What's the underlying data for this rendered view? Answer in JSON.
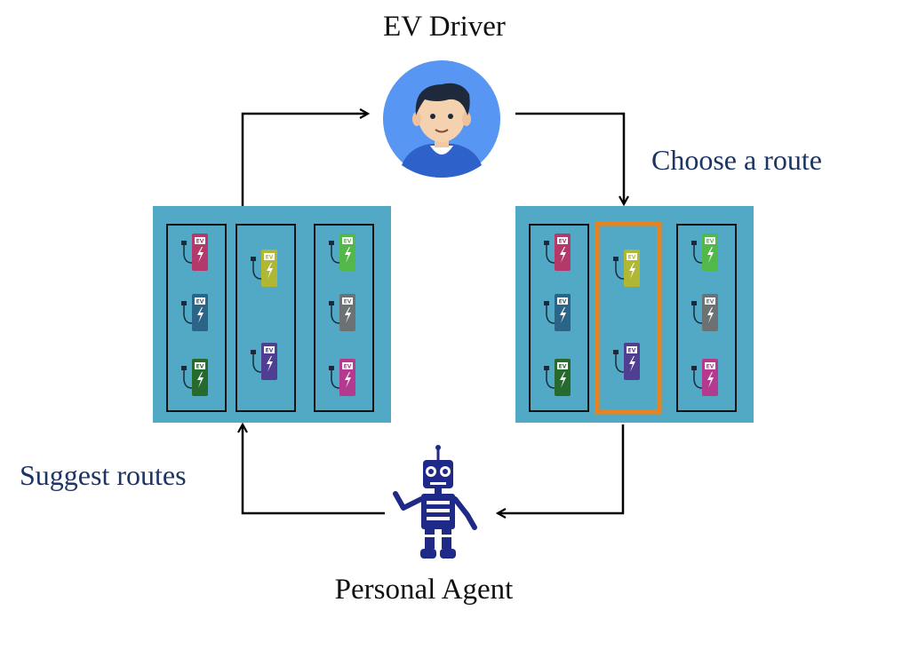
{
  "labels": {
    "driver": "EV Driver",
    "agent": "Personal Agent",
    "choose": "Choose a route",
    "suggest": "Suggest routes"
  },
  "charger_text": "EV",
  "colors": {
    "panel": "#52a9c5",
    "route_border": "#111111",
    "highlight": "#e8821e",
    "caption": "#1d3563",
    "robot": "#1f2a88",
    "driver_circle": "#5796f2",
    "arrow": "#000000"
  },
  "icons": {
    "driver": "driver-avatar-icon",
    "agent": "robot-icon",
    "charger": "ev-charger-icon"
  },
  "panels": [
    {
      "name": "suggested-routes",
      "highlight_route": null,
      "routes": [
        [
          "#b4386a",
          "#2a6486",
          "#276a2d"
        ],
        [
          "#b0b833",
          "#4f3e92"
        ],
        [
          "#53b84a",
          "#6c7274",
          "#b33a8f"
        ]
      ]
    },
    {
      "name": "chosen-route",
      "highlight_route": 1,
      "routes": [
        [
          "#b4386a",
          "#2a6486",
          "#276a2d"
        ],
        [
          "#b0b833",
          "#4f3e92"
        ],
        [
          "#53b84a",
          "#6c7274",
          "#b33a8f"
        ]
      ]
    }
  ]
}
